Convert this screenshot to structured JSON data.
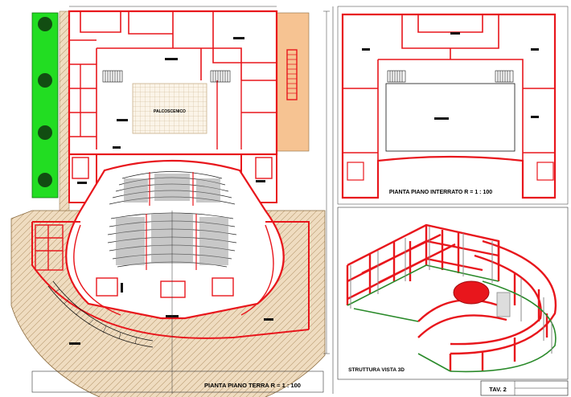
{
  "sheet": {
    "ground_floor_title": "PIANTA PIANO TERRA  R = 1 : 100",
    "basement_title": "PIANTA PIANO  INTERRATO  R = 1 : 100",
    "structure_title": "STRUTTURA VISTA 3D",
    "stage_label": "PALCOSCENICO",
    "sheet_number": "TAV. 2"
  },
  "colors": {
    "walls": "#e8161c",
    "garden": "#22dd22",
    "paving": "#efdcc0",
    "orange_area": "#f6c392",
    "structure_green": "#2a8a2a",
    "ink": "#111111"
  }
}
